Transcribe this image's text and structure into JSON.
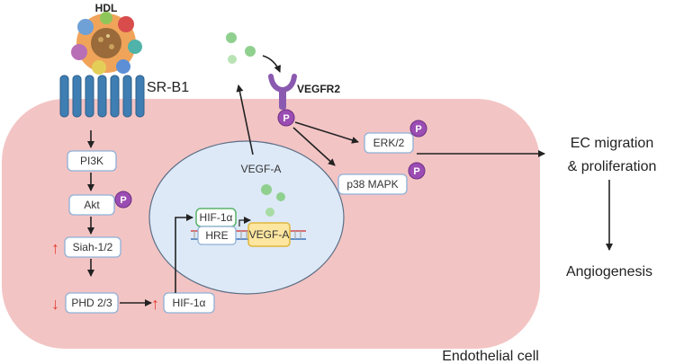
{
  "labels": {
    "hdl": "HDL",
    "receptor": "SR-B1",
    "vegfr2": "VEGFR2",
    "cell": "Endothelial cell",
    "vegfa_secreted": "VEGF-A",
    "outcome_line1": "EC migration",
    "outcome_line2": "& proliferation",
    "final": "Angiogenesis"
  },
  "pathway": {
    "pi3k": "PI3K",
    "akt": "Akt",
    "siah": "Siah-1/2",
    "phd": "PHD 2/3",
    "hif_cyto": "HIF-1α"
  },
  "nucleus": {
    "hif": "HIF-1α",
    "hre": "HRE",
    "vegfa_gene": "VEGF-A"
  },
  "kinases": {
    "erk": "ERK/2",
    "p38": "p38 MAPK"
  },
  "phospho": "P",
  "up_arrow": "↑",
  "down_arrow": "↓",
  "colors": {
    "cell": "#f3c4c4",
    "nucleus": "#dde9f7",
    "box_border": "#8fb0d6",
    "phospho": "#9b4db3",
    "receptor": "#3f7eb3",
    "hif_border": "#58b368",
    "gene_fill": "#fde6a0",
    "gene_border": "#e0b63c",
    "vegf_dot": "#8fd08f"
  }
}
